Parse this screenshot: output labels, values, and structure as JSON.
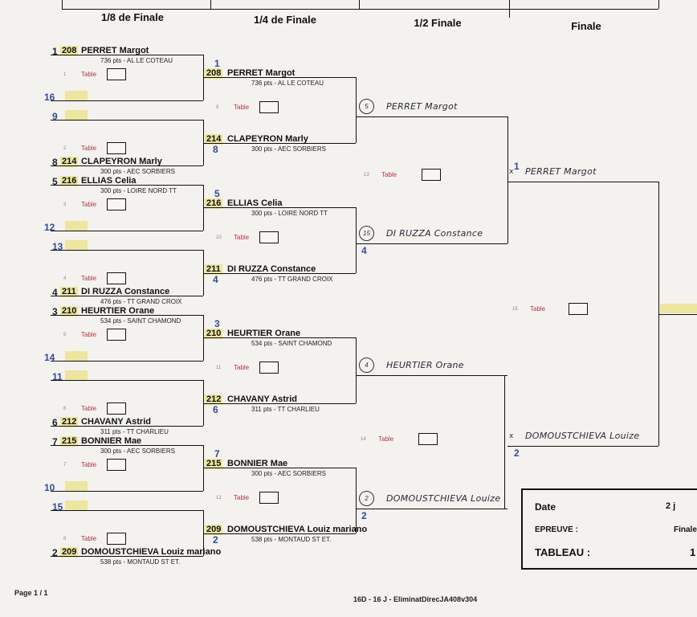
{
  "headers": {
    "r16": "1/8 de Finale",
    "qf": "1/4 de Finale",
    "sf": "1/2 Finale",
    "final": "Finale"
  },
  "table_label": "Table",
  "r16": [
    {
      "seed": "1",
      "lic": "208",
      "name": "PERRET Margot",
      "info": "736 pts - AL LE COTEAU"
    },
    {
      "seed": "16"
    },
    {
      "seed": "9"
    },
    {
      "seed": "8",
      "lic": "214",
      "name": "CLAPEYRON Marly",
      "info": "300 pts - AEC SORBIERS"
    },
    {
      "seed": "5",
      "lic": "216",
      "name": "ELLIAS Celia",
      "info": "300 pts - LOIRE NORD TT"
    },
    {
      "seed": "12"
    },
    {
      "seed": "13"
    },
    {
      "seed": "4",
      "lic": "211",
      "name": "DI RUZZA Constance",
      "info": "476 pts - TT GRAND CROIX"
    },
    {
      "seed": "3",
      "lic": "210",
      "name": "HEURTIER Orane",
      "info": "534 pts - SAINT CHAMOND"
    },
    {
      "seed": "14"
    },
    {
      "seed": "11"
    },
    {
      "seed": "6",
      "lic": "212",
      "name": "CHAVANY Astrid",
      "info": "311 pts - TT CHARLIEU"
    },
    {
      "seed": "7",
      "lic": "215",
      "name": "BONNIER Mae",
      "info": "300 pts - AEC SORBIERS"
    },
    {
      "seed": "10"
    },
    {
      "seed": "15"
    },
    {
      "seed": "2",
      "lic": "209",
      "name": "DOMOUSTCHIEVA Louiz mariano",
      "info": "538 pts - MONTAUD ST ET."
    }
  ],
  "r16_matches": [
    "1",
    "2",
    "3",
    "4",
    "5",
    "6",
    "7",
    "8"
  ],
  "qf": [
    {
      "seed": "1",
      "lic": "208",
      "name": "PERRET Margot",
      "info": "736 pts - AL LE COTEAU"
    },
    {
      "seed": "8",
      "lic": "214",
      "name": "CLAPEYRON Marly",
      "info": "300 pts - AEC SORBIERS"
    },
    {
      "seed": "5",
      "lic": "216",
      "name": "ELLIAS Celia",
      "info": "300 pts - LOIRE NORD TT"
    },
    {
      "seed": "4",
      "lic": "211",
      "name": "DI RUZZA Constance",
      "info": "476 pts - TT GRAND CROIX"
    },
    {
      "seed": "3",
      "lic": "210",
      "name": "HEURTIER Orane",
      "info": "534 pts - SAINT CHAMOND"
    },
    {
      "seed": "6",
      "lic": "212",
      "name": "CHAVANY Astrid",
      "info": "311 pts - TT CHARLIEU"
    },
    {
      "seed": "7",
      "lic": "215",
      "name": "BONNIER Mae",
      "info": "300 pts - AEC SORBIERS"
    },
    {
      "seed": "2",
      "lic": "209",
      "name": "DOMOUSTCHIEVA Louiz mariano",
      "info": "538 pts - MONTAUD ST ET."
    }
  ],
  "qf_matches": [
    "9",
    "10",
    "11",
    "12"
  ],
  "sf": [
    {
      "circle": "5",
      "name": "PERRET Margot"
    },
    {
      "circle": "15",
      "name": "DI RUZZA Constance",
      "seed": "4"
    },
    {
      "circle": "4",
      "name": "HEURTIER Orane"
    },
    {
      "circle": "2",
      "name": "DOMOUSTCHIEVA Louize",
      "seed": "2"
    }
  ],
  "sf_matches": [
    "13",
    "14"
  ],
  "final": [
    {
      "seed": "1",
      "mark": "x",
      "name": "PERRET Margot"
    },
    {
      "seed": "2",
      "mark": "x",
      "name": "DOMOUSTCHIEVA Louize"
    }
  ],
  "final_match": "15",
  "infobox": {
    "date_label": "Date",
    "date_value": "2 j",
    "epreuve_label": "EPREUVE :",
    "epreuve_value": "Finale",
    "tableau_label": "TABLEAU :",
    "tableau_value": "1"
  },
  "footer": {
    "page": "Page 1 / 1",
    "code": "16D - 16 J - EliminatDirecJA408v304"
  }
}
